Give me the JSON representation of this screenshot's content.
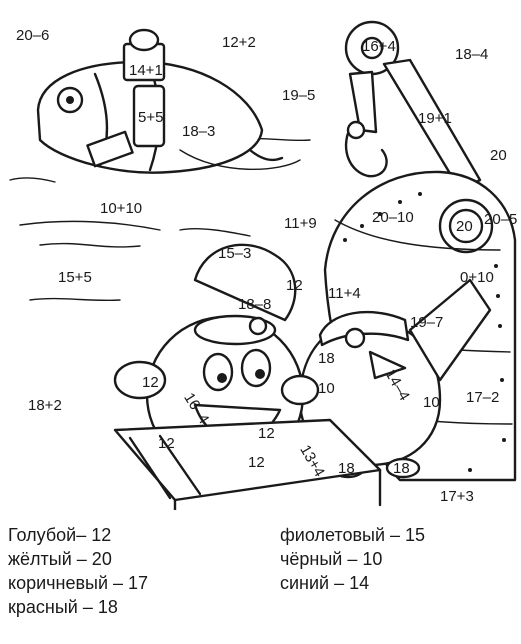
{
  "legend": {
    "left": [
      "Голубой– 12",
      "жёлтый – 20",
      "коричневый – 17",
      "красный – 18"
    ],
    "right": [
      "фиолетовый – 15",
      "чёрный – 10",
      "синий – 14"
    ]
  },
  "labels": {
    "l01": "20–6",
    "l02": "12+2",
    "l03": "14+1",
    "l04": "5+5",
    "l05": "18–3",
    "l06": "19–5",
    "l07": "16+4",
    "l08": "18–4",
    "l09": "19+1",
    "l10": "20",
    "l11": "20–5",
    "l12": "10+10",
    "l13": "11+9",
    "l14": "20–10",
    "l15": "20",
    "l16": "15+5",
    "l17": "15–3",
    "l18": "12",
    "l19": "18–8",
    "l20": "11+4",
    "l21": "0+10",
    "l22": "19–7",
    "l23": "18",
    "l24": "12",
    "l25": "16–4",
    "l26": "14–4",
    "l27": "10",
    "l28": "10",
    "l29": "17–2",
    "l30": "18+2",
    "l31": "12",
    "l32": "12",
    "l33": "12",
    "l34": "13+4",
    "l35": "18",
    "l36": "18",
    "l37": "17+3"
  }
}
